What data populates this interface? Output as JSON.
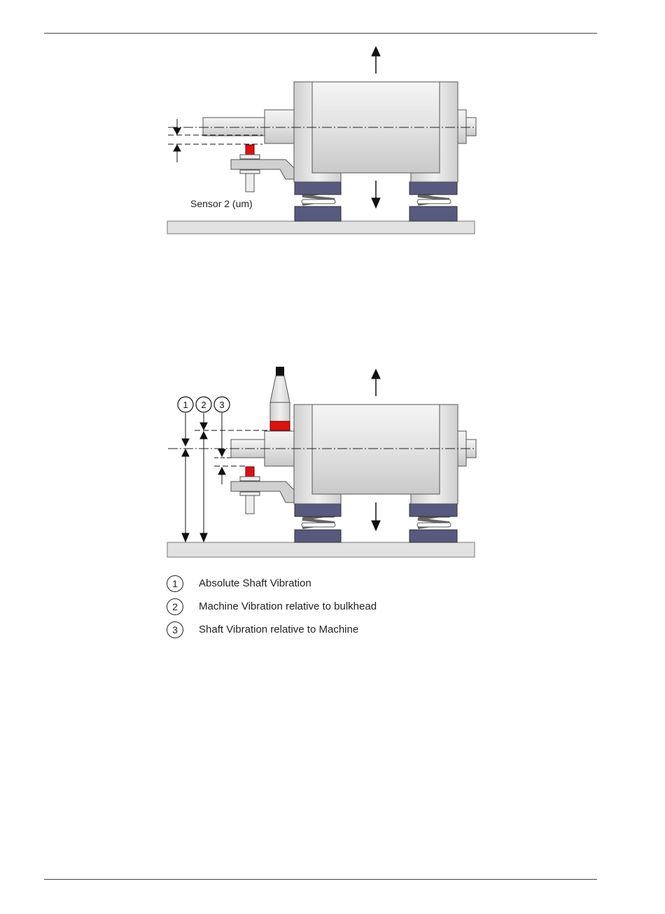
{
  "figure1": {
    "sensor_label": "Sensor 2 (um)"
  },
  "figure2": {
    "markers": [
      "1",
      "2",
      "3"
    ]
  },
  "legend": [
    {
      "number": "1",
      "text": "Absolute Shaft Vibration"
    },
    {
      "number": "2",
      "text": "Machine Vibration relative to bulkhead"
    },
    {
      "number": "3",
      "text": "Shaft Vibration relative to Machine"
    }
  ],
  "colors": {
    "motor_body": "#e4e4e4",
    "foot_block": "#58597e",
    "sensor_tip": "#e01010",
    "accelerometer_cap": "#111111",
    "base_plate": "#e0e0e0"
  }
}
